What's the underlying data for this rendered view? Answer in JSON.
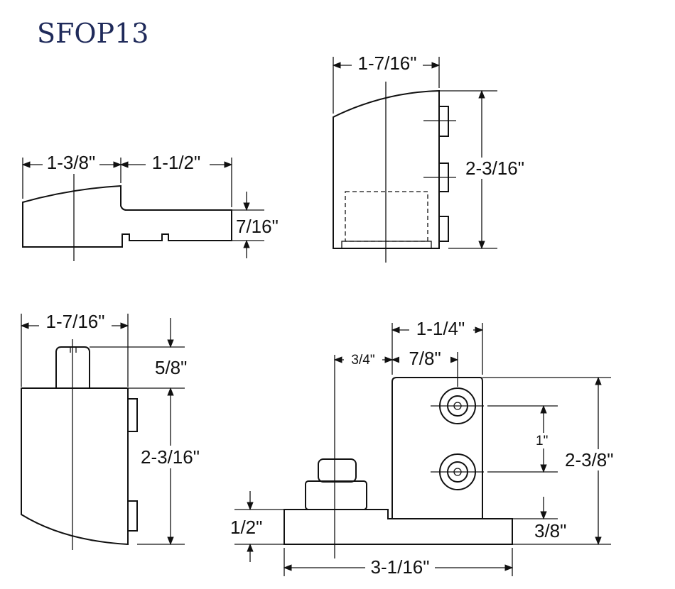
{
  "title": "SFOP13",
  "views": {
    "side": {
      "width_left": "1-3/8\"",
      "width_right": "1-1/2\"",
      "height": "7/16\""
    },
    "end": {
      "width": "1-7/16\"",
      "height": "2-3/16\""
    },
    "front": {
      "width": "1-7/16\"",
      "pin_height": "5/8\"",
      "height": "2-3/16\""
    },
    "elevation": {
      "offset": "3/4\"",
      "hole_offset": "7/8\"",
      "plate_width": "1-1/4\"",
      "hole_spacing": "1\"",
      "plate_height": "2-3/8\"",
      "base_height": "1/2\"",
      "plate_gap": "3/8\"",
      "overall_width": "3-1/16\""
    }
  },
  "colors": {
    "title": "#1f2a5a",
    "line": "#111111"
  }
}
